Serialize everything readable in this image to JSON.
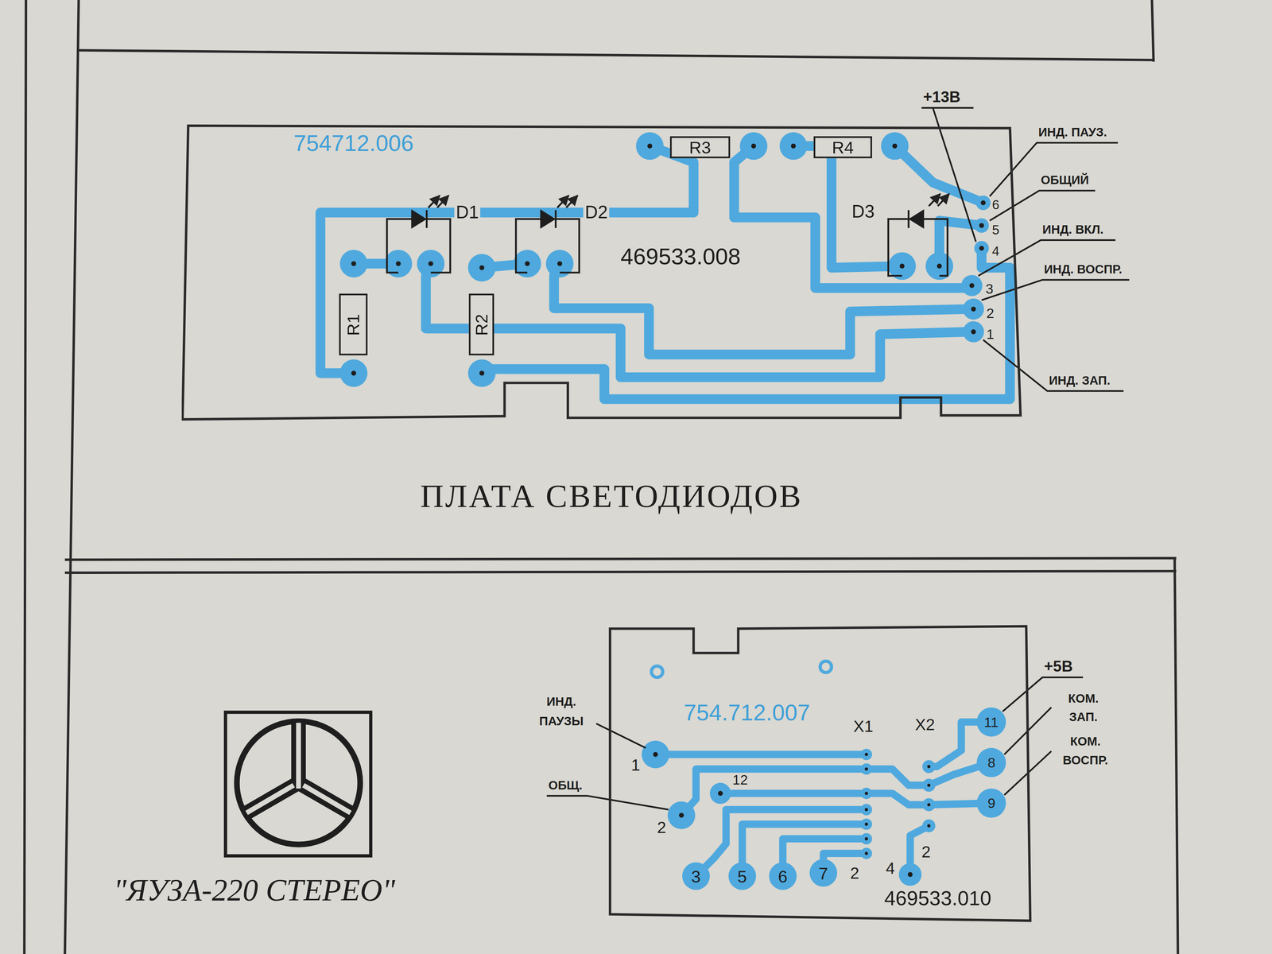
{
  "diagram": {
    "nodes": [
      {
        "text": [
          "754712.006",
          "469533.008"
        ]
      },
      {
        "text": [
          "R3"
        ],
        "in": 0
      },
      {
        "text": [
          "R4"
        ],
        "in": 0
      },
      {
        "text": [
          "R1"
        ],
        "in": 0
      },
      {
        "text": [
          "R2"
        ],
        "in": 0
      },
      {
        "text": [
          "754.712.007",
          "469533.010"
        ]
      }
    ],
    "labels": [
      "D1",
      "D2",
      "D3",
      "+13В",
      "ИНД. ПАУЗ.",
      "ОБЩИЙ",
      "ИНД. ВКЛ.",
      "ИНД. ВОСПР.",
      "ИНД. ЗАП.",
      "6",
      "5",
      "4",
      "3",
      "2",
      "1",
      "ПЛАТА СВЕТОДИОДОВ",
      "ИНД. ПАУЗЫ",
      "ОБЩ.",
      "X1",
      "X2",
      "+5В",
      "КОМ. ЗАП.",
      "КОМ. ВОСПР.",
      "1",
      "12",
      "2",
      "3",
      "5",
      "6",
      "7",
      "2",
      "4",
      "2",
      "11",
      "8",
      "9",
      "\"ЯУЗА-220 СТЕРЕО\""
    ]
  }
}
